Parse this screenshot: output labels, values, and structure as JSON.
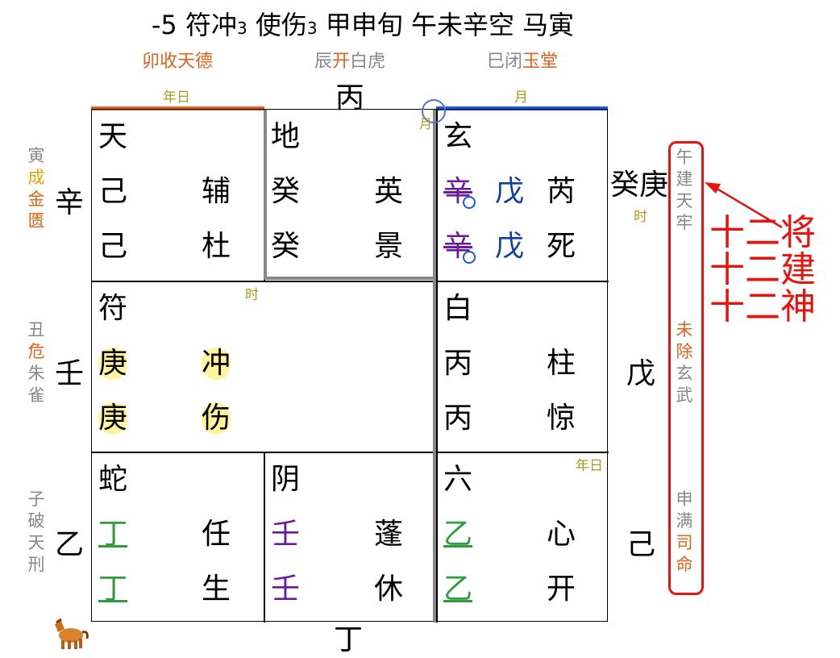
{
  "title": {
    "a": "-5 符冲",
    "a_sub": "3",
    "b": " 使伤",
    "b_sub": "3",
    "c": " 甲申旬 午未辛空 马寅"
  },
  "top_gods": [
    {
      "p1": "卯收",
      "p2": "天德"
    },
    {
      "p1": "辰",
      "p2": "开",
      "p3": "白虎"
    },
    {
      "p1": "巳闭",
      "p2": "玉堂"
    }
  ],
  "top_tags": {
    "left": "年日",
    "right": "月"
  },
  "outer_top": "丙",
  "outer_bottom": "丁",
  "left_stems": [
    "辛",
    "壬",
    "乙"
  ],
  "right_stems": [
    "癸庚",
    "戊",
    "己"
  ],
  "right_stem_tag": "时",
  "left_side": [
    {
      "a": "寅",
      "b": "成",
      "c": "金",
      "d": "匮"
    },
    {
      "a": "丑",
      "b": "危",
      "c": "朱",
      "d": "雀"
    },
    {
      "a": "子",
      "b": "破",
      "c": "天",
      "d": "刑"
    }
  ],
  "right_box": [
    {
      "a": "午",
      "b": "建",
      "c": "天",
      "d": "牢"
    },
    {
      "a": "未",
      "b": "除",
      "c": "玄",
      "d": "武"
    },
    {
      "a": "申",
      "b": "满",
      "c": "司",
      "d": "命"
    }
  ],
  "annotation": [
    "十二将",
    "十二建",
    "十二神"
  ],
  "circle_mark": "月",
  "cells": {
    "c00": {
      "spirit": "天",
      "r1a": "己",
      "r1b": "辅",
      "r2a": "己",
      "r2b": "杜"
    },
    "c01": {
      "spirit": "地",
      "r1a": "癸",
      "r1b": "英",
      "r2a": "癸",
      "r2b": "景"
    },
    "c02": {
      "spirit": "玄",
      "r1a": "辛",
      "r1m": "戊",
      "r1b": "芮",
      "r2a": "辛",
      "r2m": "戊",
      "r2b": "死"
    },
    "c10": {
      "spirit": "符",
      "tag": "时",
      "r1a": "庚",
      "r1b": "冲",
      "r2a": "庚",
      "r2b": "伤"
    },
    "c12": {
      "spirit": "白",
      "r1a": "丙",
      "r1b": "柱",
      "r2a": "丙",
      "r2b": "惊"
    },
    "c20": {
      "spirit": "蛇",
      "r1a": "丁",
      "r1b": "任",
      "r2a": "丁",
      "r2b": "生"
    },
    "c21": {
      "spirit": "阴",
      "r1a": "壬",
      "r1b": "蓬",
      "r2a": "壬",
      "r2b": "休"
    },
    "c22": {
      "spirit": "六",
      "tag": "年日",
      "r1a": "乙",
      "r1b": "心",
      "r2a": "乙",
      "r2b": "开"
    }
  },
  "icons": {
    "horse": "horse-icon"
  },
  "colors": {
    "orange": "#e0621b",
    "blue": "#1a56e8",
    "red": "#e8120f",
    "highlight": "#fff59d"
  }
}
